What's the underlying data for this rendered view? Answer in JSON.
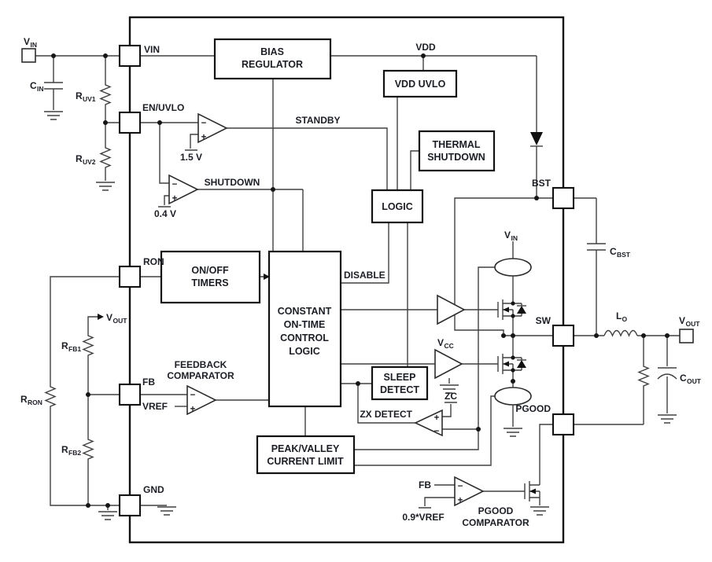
{
  "pins": {
    "vin": "VIN",
    "en_uvlo": "EN/UVLO",
    "ron": "RON",
    "fb": "FB",
    "gnd": "GND",
    "bst": "BST",
    "sw": "SW",
    "pgood": "PGOOD"
  },
  "blocks": {
    "bias_regulator": {
      "line1": "BIAS",
      "line2": "REGULATOR"
    },
    "vdd_uvlo": {
      "line1": "VDD UVLO"
    },
    "thermal_shutdown": {
      "line1": "THERMAL",
      "line2": "SHUTDOWN"
    },
    "logic": {
      "line1": "LOGIC"
    },
    "on_off_timers": {
      "line1": "ON/OFF",
      "line2": "TIMERS"
    },
    "cot": {
      "line1": "CONSTANT",
      "line2": "ON-TIME",
      "line3": "CONTROL",
      "line4": "LOGIC"
    },
    "sleep_detect": {
      "line1": "SLEEP",
      "line2": "DETECT"
    },
    "current_limit": {
      "line1": "PEAK/VALLEY",
      "line2": "CURRENT LIMIT"
    }
  },
  "comparators": {
    "feedback": {
      "line1": "FEEDBACK",
      "line2": "COMPARATOR"
    },
    "pgood": {
      "line1": "PGOOD",
      "line2": "COMPARATOR"
    }
  },
  "signals": {
    "vdd": "VDD",
    "standby": "STANDBY",
    "shutdown": "SHUTDOWN",
    "disable": "DISABLE",
    "zc": "ZC",
    "zx_detect": "ZX DETECT",
    "vref": "VREF",
    "fb": "FB",
    "vref_09": "0.9*VREF",
    "v_1p5": "1.5 V",
    "v_0p4": "0.4 V",
    "plus": "+",
    "minus": "−"
  },
  "components": {
    "vin_term": {
      "main": "V",
      "sub": "IN"
    },
    "cin": {
      "main": "C",
      "sub": "IN"
    },
    "ruv1": {
      "main": "R",
      "sub": "UV1"
    },
    "ruv2": {
      "main": "R",
      "sub": "UV2"
    },
    "rron": {
      "main": "R",
      "sub": "RON"
    },
    "rfb1": {
      "main": "R",
      "sub": "FB1"
    },
    "rfb2": {
      "main": "R",
      "sub": "FB2"
    },
    "vout_fb": {
      "main": "V",
      "sub": "OUT"
    },
    "vin_hs": {
      "main": "V",
      "sub": "IN"
    },
    "vcc": {
      "main": "V",
      "sub": "CC"
    },
    "cbst": {
      "main": "C",
      "sub": "BST"
    },
    "lo": {
      "main": "L",
      "sub": "O"
    },
    "vout_term": {
      "main": "V",
      "sub": "OUT"
    },
    "cout": {
      "main": "C",
      "sub": "OUT"
    }
  },
  "colors": {
    "wire": "#404040",
    "block_border": "#121212",
    "text": "#1b1e24",
    "background": "#ffffff"
  }
}
